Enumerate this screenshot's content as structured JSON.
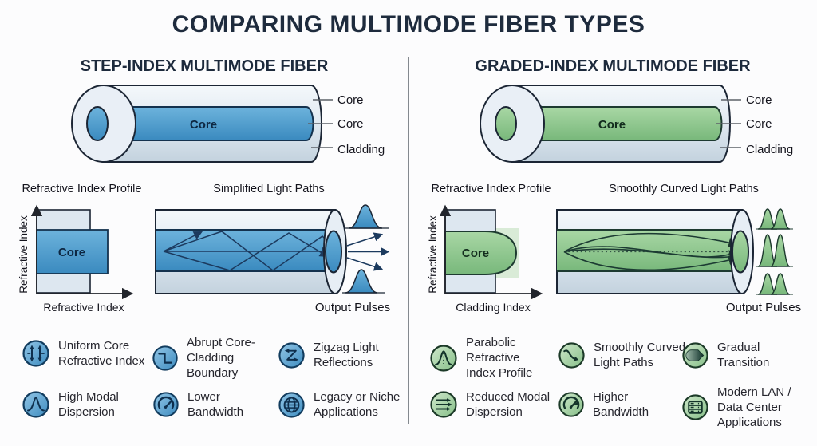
{
  "title": "COMPARING MULTIMODE FIBER TYPES",
  "left": {
    "header": "STEP-INDEX MULTIMODE FIBER",
    "cylinder": {
      "core": "Core",
      "callout_top": "Core",
      "callout_mid": "Core",
      "callout_bottom": "Cladding"
    },
    "profile": {
      "title": "Refractive Index Profile",
      "y_label": "Refractive Index",
      "x_label": "Refractive Index",
      "core": "Core"
    },
    "paths": {
      "title": "Simplified Light Paths",
      "output": "Output Pulses"
    },
    "features": [
      {
        "icon": "uniform-core-icon",
        "label": "Uniform Core Refractive Index"
      },
      {
        "icon": "step-boundary-icon",
        "label": "Abrupt Core-Cladding Boundary"
      },
      {
        "icon": "zigzag-icon",
        "label": "Zigzag Light Reflections"
      },
      {
        "icon": "modal-peak-icon",
        "label": "High Modal Dispersion"
      },
      {
        "icon": "gauge-icon",
        "label": "Lower Bandwidth"
      },
      {
        "icon": "globe-icon",
        "label": "Legacy or Niche Applications"
      }
    ]
  },
  "right": {
    "header": "GRADED-INDEX MULTIMODE FIBER",
    "cylinder": {
      "core": "Core",
      "callout_top": "Core",
      "callout_mid": "Core",
      "callout_bottom": "Cladding"
    },
    "profile": {
      "title": "Refractive Index Profile",
      "y_label": "Refractive Index",
      "x_label": "Cladding Index",
      "core": "Core"
    },
    "paths": {
      "title": "Smoothly Curved Light Paths",
      "output": "Output Pulses"
    },
    "features": [
      {
        "icon": "parabolic-profile-icon",
        "label": "Parabolic Refractive Index Profile"
      },
      {
        "icon": "curved-path-icon",
        "label": "Smoothly Curved Light Paths"
      },
      {
        "icon": "gradual-transition-icon",
        "label": "Gradual Transition"
      },
      {
        "icon": "parallel-arrows-icon",
        "label": "Reduced Modal Dispersion"
      },
      {
        "icon": "gauge-icon",
        "label": "Higher Bandwidth"
      },
      {
        "icon": "server-rack-icon",
        "label": "Modern LAN / Data Center Applications"
      }
    ]
  },
  "colors": {
    "navy": "#1e2b3d",
    "blue_core": "#4695c8",
    "green_core": "#8fc690",
    "cladding": "#dde7f0"
  }
}
